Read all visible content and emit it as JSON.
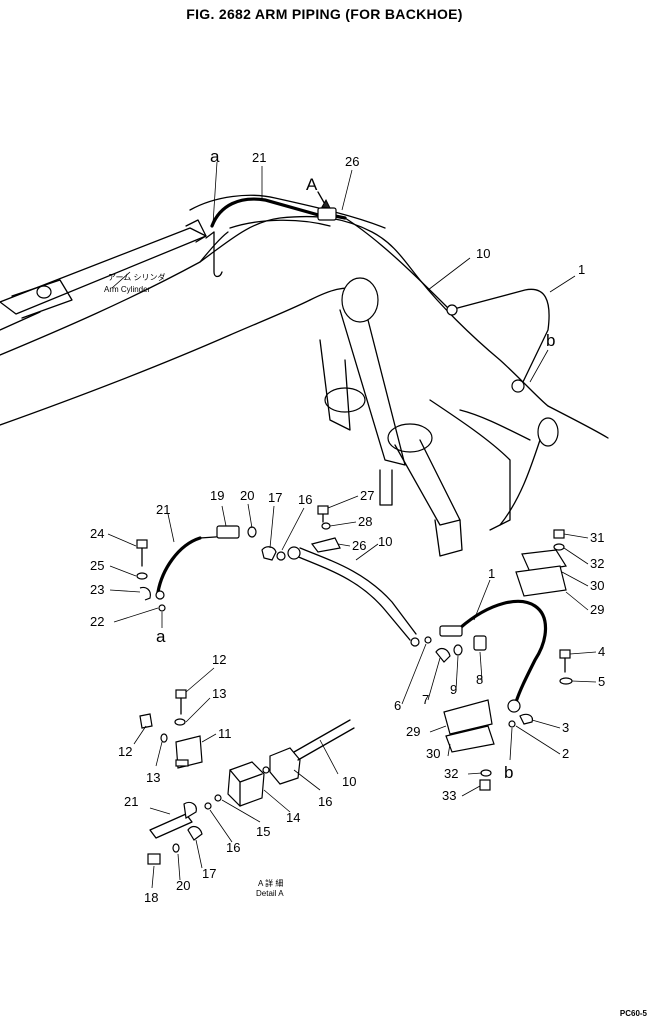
{
  "figure": {
    "title": "FIG. 2682   ARM PIPING (FOR BACKHOE)",
    "page_code": "PC60-5"
  },
  "assembly_view": {
    "arm_cylinder_label_jp": "アーム シリンダ",
    "arm_cylinder_label_en": "Arm Cylinder",
    "callouts": [
      "a",
      "21",
      "26",
      "A",
      "10",
      "1",
      "b"
    ]
  },
  "exploded_view": {
    "callouts": [
      "19",
      "20",
      "17",
      "16",
      "27",
      "28",
      "26",
      "10",
      "21",
      "24",
      "25",
      "23",
      "22",
      "a",
      "31",
      "32",
      "30",
      "29",
      "1",
      "4",
      "5",
      "3",
      "2",
      "6",
      "7",
      "9",
      "8",
      "b",
      "33"
    ]
  },
  "detail_view": {
    "caption_jp": "A 詳 細",
    "caption_en": "Detail A",
    "callouts": [
      "12",
      "13",
      "11",
      "12",
      "13",
      "10",
      "16",
      "14",
      "15",
      "16",
      "21",
      "17",
      "20",
      "18"
    ]
  }
}
